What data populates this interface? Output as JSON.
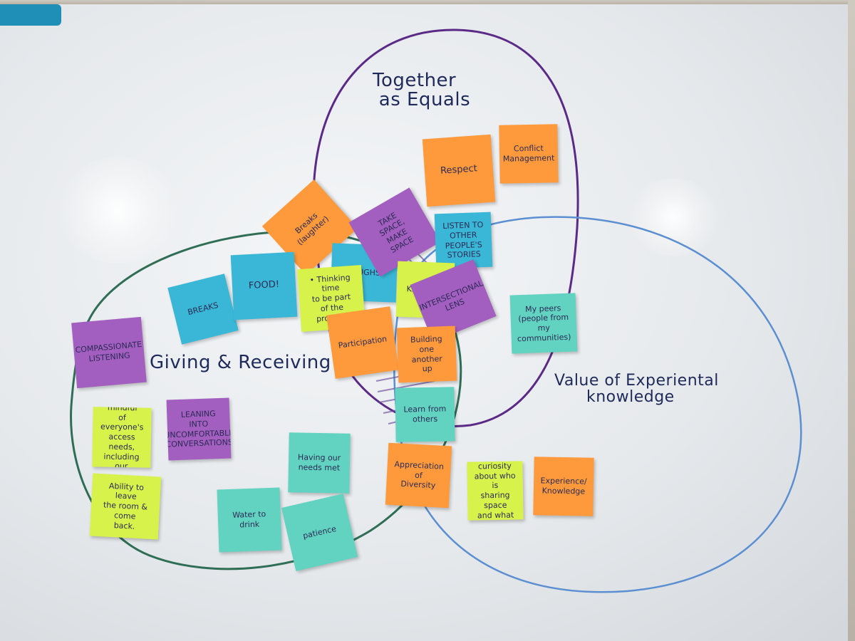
{
  "colors": {
    "orange": "#ff9a3c",
    "purple": "#a35fc0",
    "teal": "#62d3c0",
    "blue": "#3ab7d6",
    "lime": "#d7f24a",
    "ink": "#1e2a5a",
    "circle_purple": "#5b2a86",
    "circle_green": "#2f6e55",
    "circle_blue": "#5b8fd1"
  },
  "labels": {
    "together": "Together\n as Equals",
    "giving": "Giving & Receiving",
    "value": "Value of Experiental\n      knowledge"
  },
  "notes": [
    {
      "id": "respect",
      "text": "Respect",
      "color": "orange"
    },
    {
      "id": "conflict",
      "text": "Conflict\nManagement",
      "color": "orange"
    },
    {
      "id": "breaks-laughter",
      "text": "Breaks\n(laughter)",
      "color": "orange"
    },
    {
      "id": "take-space",
      "text": "TAKE\nSPACE,\nMAKE\nSPACE",
      "color": "purple"
    },
    {
      "id": "listen",
      "text": "LISTEN TO\nOTHER\nPEOPLE'S\nSTORIES",
      "color": "blue"
    },
    {
      "id": "laughs",
      "text": "LAUGHS",
      "color": "blue"
    },
    {
      "id": "breaks",
      "text": "BREAKS",
      "color": "blue"
    },
    {
      "id": "food",
      "text": "FOOD!",
      "color": "blue"
    },
    {
      "id": "thinking",
      "text": "• Thinking time\nto be part\nof the process.",
      "color": "lime"
    },
    {
      "id": "kindness",
      "text": "Kindness.",
      "color": "lime"
    },
    {
      "id": "intersectional",
      "text": "INTERSECTIONAL\nLENS",
      "color": "purple"
    },
    {
      "id": "compassionate",
      "text": "COMPASSIONATE\nLISTENING",
      "color": "purple"
    },
    {
      "id": "participation",
      "text": "Participation",
      "color": "orange"
    },
    {
      "id": "building",
      "text": "Building\none another\nup",
      "color": "orange"
    },
    {
      "id": "my-peers",
      "text": "My peers\n(people from my\ncommunities)",
      "color": "teal"
    },
    {
      "id": "learn",
      "text": "Learn from\nothers",
      "color": "teal"
    },
    {
      "id": "mindful",
      "text": "• Being mindful\nof everyone's\naccess needs,\nincluding our\nown.",
      "color": "lime"
    },
    {
      "id": "leaning",
      "text": "LEANING\nINTO\nUNCOMFORTABLE\nCONVERSATIONS",
      "color": "purple"
    },
    {
      "id": "needs-met",
      "text": "Having our\nneeds met",
      "color": "teal"
    },
    {
      "id": "appreciation",
      "text": "Appreciation\nof\nDiversity",
      "color": "orange"
    },
    {
      "id": "curiosity",
      "text": "• A sense of\ncuriosity\nabout who is\nsharing space\nand what they\nshare.",
      "color": "lime"
    },
    {
      "id": "experience",
      "text": "Experience/\nKnowledge",
      "color": "orange"
    },
    {
      "id": "ability",
      "text": "Ability to leave\nthe room & come\nback.",
      "color": "lime"
    },
    {
      "id": "water",
      "text": "Water to\ndrink",
      "color": "teal"
    },
    {
      "id": "patience",
      "text": "patience",
      "color": "teal"
    }
  ]
}
